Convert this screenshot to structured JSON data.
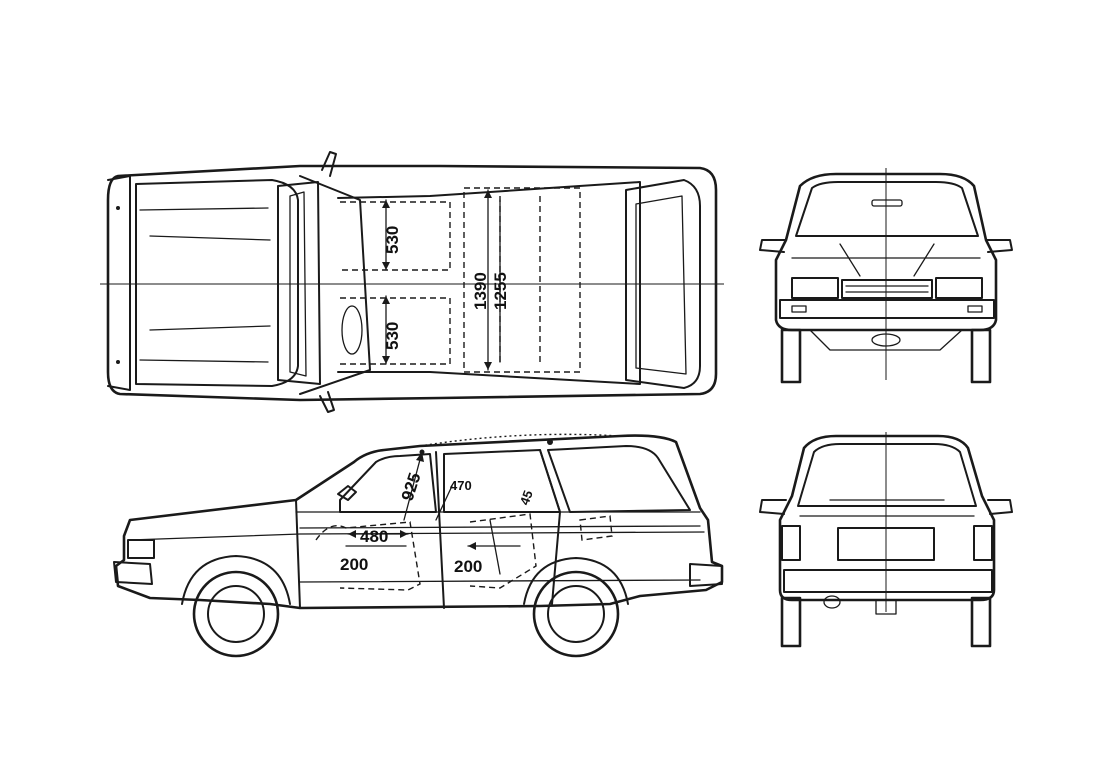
{
  "dimensions": {
    "top_front_seat_530": "530",
    "top_rear_seat_530": "530",
    "top_interior_length_1390": "1390",
    "top_interior_length_1255": "1255",
    "side_headroom_925": "925",
    "side_rear_headroom_470": "470",
    "side_front_seat_480": "480",
    "side_front_seat_height_200": "200",
    "side_rear_seat_height_200": "200",
    "side_small_label": "45"
  }
}
